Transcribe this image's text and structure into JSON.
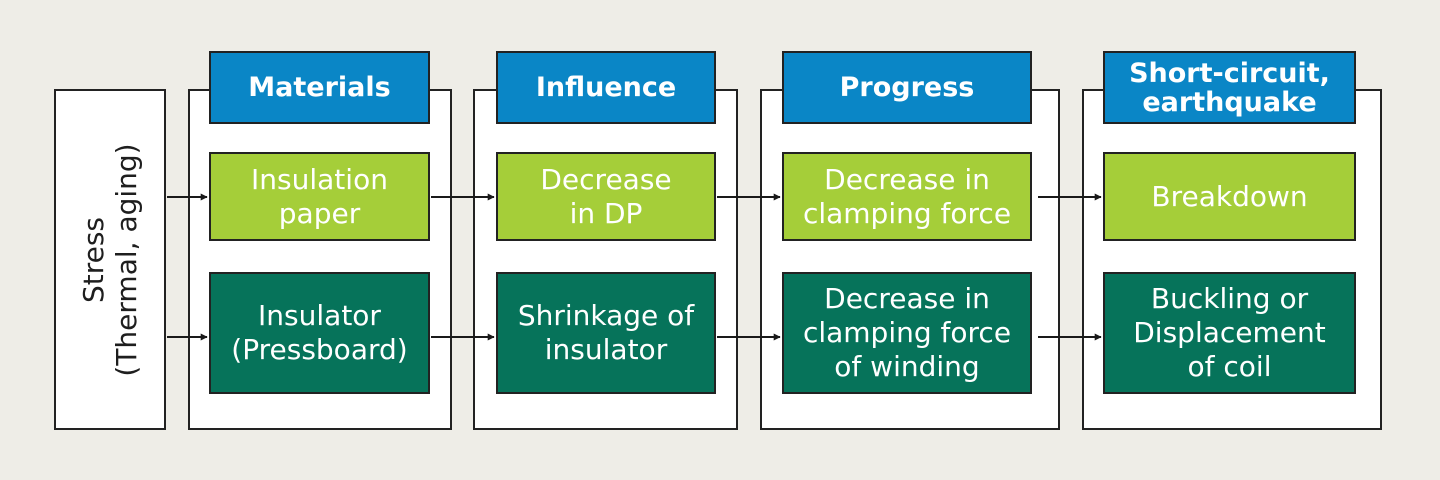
{
  "stress": {
    "line1": "Stress",
    "line2": "(Thermal, aging)"
  },
  "columns": [
    {
      "header": "Materials",
      "top": "Insulation\npaper",
      "bottom": "Insulator\n(Pressboard)"
    },
    {
      "header": "Influence",
      "top": "Decrease\nin DP",
      "bottom": "Shrinkage of\ninsulator"
    },
    {
      "header": "Progress",
      "top": "Decrease in\nclamping force",
      "bottom": "Decrease in\nclamping force\nof winding"
    },
    {
      "header": "Short-circuit,\nearthquake",
      "top": "Breakdown",
      "bottom": "Buckling or\nDisplacement\nof coil"
    }
  ],
  "colors": {
    "header": "#0a86c6",
    "light_green": "#a5ce39",
    "dark_green": "#06735a",
    "background": "#eeede7"
  }
}
